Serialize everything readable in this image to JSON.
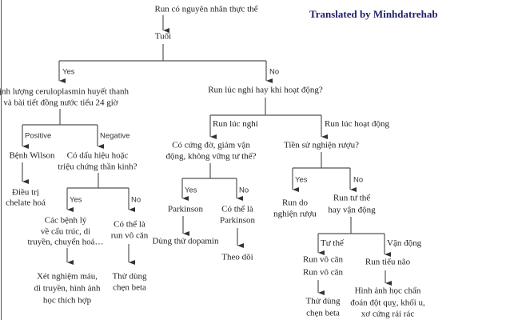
{
  "watermark": "Translated by Minhdatrehab",
  "nodes": {
    "root": "Run có nguyên nhân thực thể",
    "age": "Tuổi",
    "copper_1": "Định lượng ceruloplasmin huyết thanh",
    "copper_2": "và bài tiết đồng nước tiểu 24 giờ",
    "rest_or_action": "Run lúc nghỉ hay khi hoạt động?",
    "wilson": "Bệnh Wilson",
    "neuro_1": "Có dấu hiệu hoặc",
    "neuro_2": "triệu chứng thần kinh?",
    "chelate_1": "Điều trị",
    "chelate_2": "chelate hoá",
    "structural_1": "Các bệnh lý",
    "structural_2": "về cấu trúc, di",
    "structural_3": "truyền, chuyển hoá…",
    "tests_1": "Xét nghiệm máu,",
    "tests_2": "di truyền, hình ảnh",
    "tests_3": "học thích hợp",
    "maybe_essential_1": "Có thể là",
    "maybe_essential_2": "run vô căn",
    "beta_left_1": "Thử dùng",
    "beta_left_2": "chẹn beta",
    "rigidity_1": "Có cứng đờ, giảm vận",
    "rigidity_2": "động, không vững tư thế?",
    "parkinson": "Parkinson",
    "dopamine": "Dùng thử dopamin",
    "maybe_parkinson_1": "Có thể là",
    "maybe_parkinson_2": "Parkinson",
    "follow_up": "Theo dõi",
    "alcohol_history": "Tiền sử nghiện rượu?",
    "alcohol_tremor_1": "Run do",
    "alcohol_tremor_2": "nghiện rượu",
    "postural_kinetic_1": "Run tư thế",
    "postural_kinetic_2": "hay vận động",
    "essential_a": "Run vô căn",
    "essential_b": "Run vô căn",
    "beta_right_1": "Thử dùng",
    "beta_right_2": "chẹn beta",
    "cerebellar": "Run tiểu não",
    "imaging_1": "Hình ảnh học chẩn",
    "imaging_2": "đoán đột quỵ, khối u,",
    "imaging_3": "xơ cứng rải rác"
  },
  "edge_labels": {
    "yes_age": "Yes",
    "no_age": "No",
    "positive": "Positive",
    "negative": "Negative",
    "at_rest": "Run lúc nghỉ",
    "in_action": "Run lúc hoạt động",
    "yes_neuro": "Yes",
    "no_neuro": "No",
    "yes_rigidity": "Yes",
    "no_rigidity": "No",
    "yes_alcohol": "Yes",
    "no_alcohol": "No",
    "postural": "Tư thế",
    "kinetic": "Vận động"
  }
}
